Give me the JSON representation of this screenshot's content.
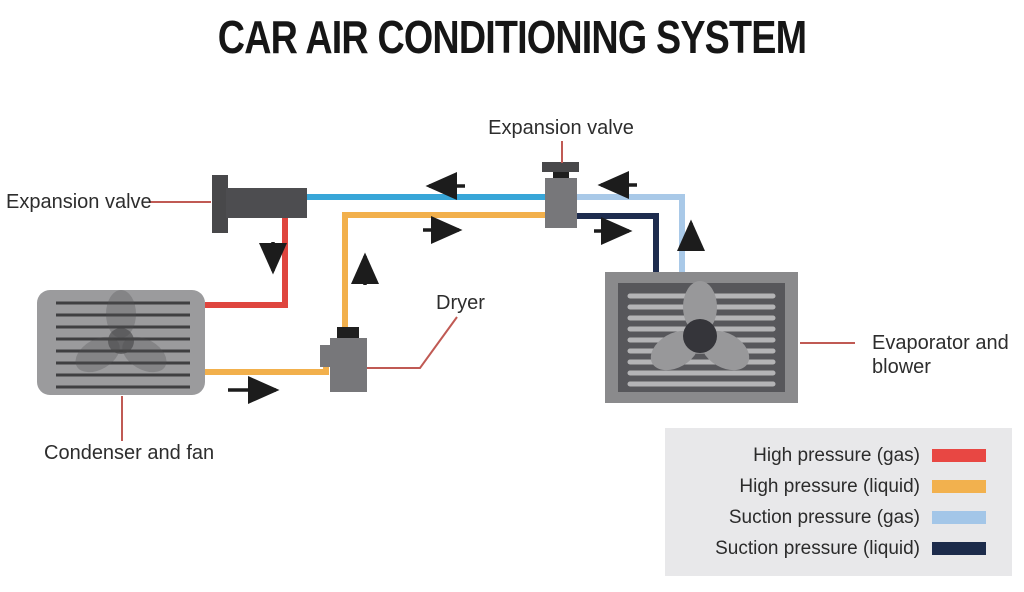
{
  "title": "CAR AIR CONDITIONING SYSTEM",
  "labels": {
    "expansion_valve_left": "Expansion valve",
    "expansion_valve_top": "Expansion valve",
    "dryer": "Dryer",
    "condenser": "Condenser and fan",
    "evaporator": "Evaporator and blower"
  },
  "colors": {
    "high_pressure_gas": "#df453e",
    "high_pressure_liquid": "#f2b04c",
    "suction_pressure_gas": "#a9c9e8",
    "suction_pressure_liquid": "#1e2c4e",
    "suction_gas_return": "#38a6d8",
    "label_connector": "#c05a54"
  },
  "legend": {
    "items": [
      {
        "label": "High pressure (gas)",
        "color": "#e84743"
      },
      {
        "label": "High pressure (liquid)",
        "color": "#f2b14e"
      },
      {
        "label": "Suction pressure (gas)",
        "color": "#a3c6e8"
      },
      {
        "label": "Suction pressure (liquid)",
        "color": "#1c2b4b"
      }
    ]
  }
}
